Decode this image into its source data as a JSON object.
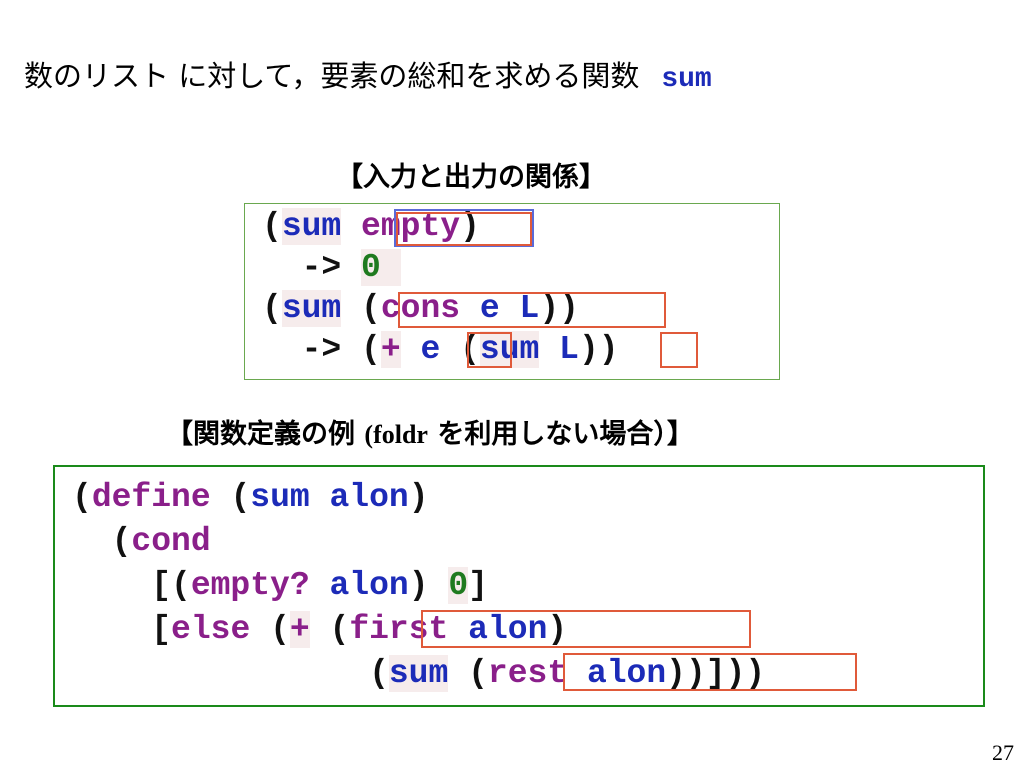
{
  "title": {
    "text": "数のリスト に対して，要素の総和を求める関数",
    "keyword": "sum"
  },
  "io_heading": "【入力と出力の関係】",
  "io_code": {
    "l1": {
      "open": "(",
      "fn": "sum",
      "arg": "empty",
      "close": ")"
    },
    "l2": {
      "arrow": "->",
      "val": "0"
    },
    "l3": {
      "open": "(",
      "fn": "sum",
      "inner_open": "(",
      "cons": "cons",
      "e": "e",
      "L": "L",
      "close": "))"
    },
    "l4": {
      "arrow": "->",
      "open": "(",
      "plus": "+",
      "e": "e",
      "inner_open": "(",
      "fn": "sum",
      "L": "L",
      "close": "))"
    }
  },
  "def_heading": {
    "prefix": "【関数定義の例 ",
    "foldr": "(foldr",
    "suffix": " を利用しない場合）】"
  },
  "def_code": {
    "l1": {
      "open": "(",
      "define": "define",
      "sig_open": "(",
      "fn": "sum",
      "arg": "alon",
      "close": ")"
    },
    "l2": {
      "open": "(",
      "cond": "cond"
    },
    "l3": {
      "bracket": "[(",
      "pred": "empty?",
      "arg": "alon",
      "close": ")",
      "val": "0",
      "end": "]"
    },
    "l4": {
      "bracket": "[",
      "else": "else",
      "open": "(",
      "plus": "+",
      "inner_open": "(",
      "first": "first",
      "arg": "alon",
      "close": ")"
    },
    "l5": {
      "open": "(",
      "fn": "sum",
      "inner_open": "(",
      "rest": "rest",
      "arg": "alon",
      "close": "))]))"
    }
  },
  "page_number": "27"
}
